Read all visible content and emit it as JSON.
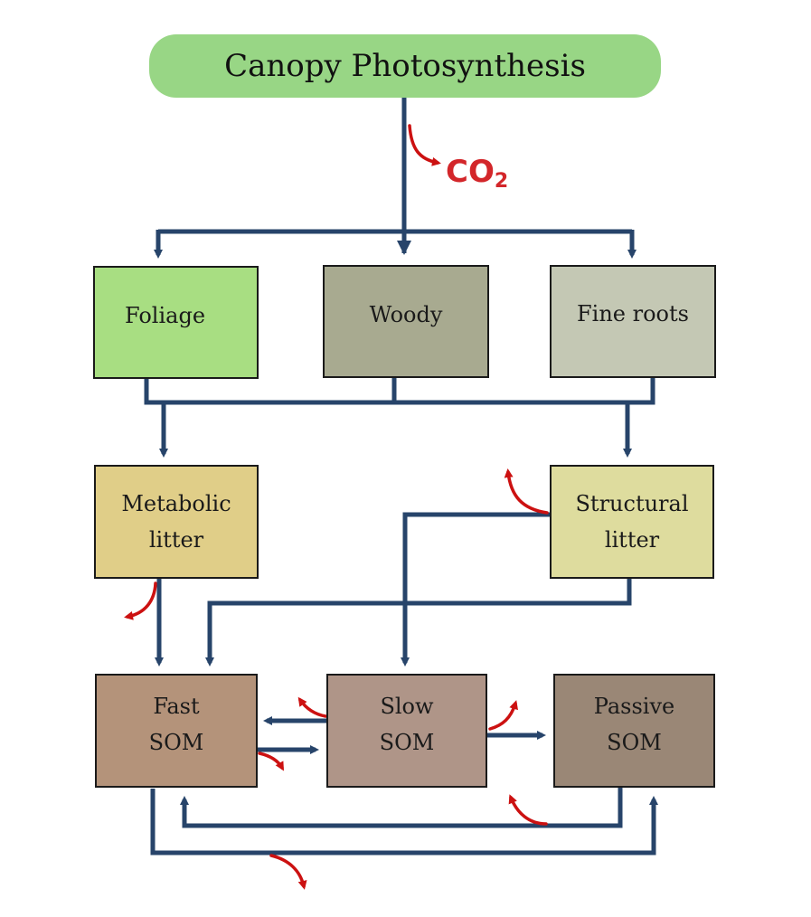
{
  "title": "Canopy Photosynthesis",
  "respiration_label": {
    "main": "CO",
    "sub": "2"
  },
  "pools": {
    "foliage": "Foliage",
    "woody": "Woody",
    "fine_roots": "Fine roots",
    "metabolic_litter": "Metabolic\nlitter",
    "structural_litter": "Structural\nlitter",
    "fast_som": "Fast\nSOM",
    "slow_som": "Slow\nSOM",
    "passive_som": "Passive\nSOM"
  },
  "colors": {
    "title_bg": "#98d685",
    "foliage": "#a8de82",
    "woody": "#a8aa90",
    "fine_roots": "#c4c8b4",
    "metabolic_litter": "#e0ce88",
    "structural_litter": "#dedc9e",
    "fast_som": "#b4937a",
    "slow_som": "#af9588",
    "passive_som": "#9a8776",
    "flow_arrow": "#27446a",
    "respiration_arrow": "#cc1111"
  }
}
